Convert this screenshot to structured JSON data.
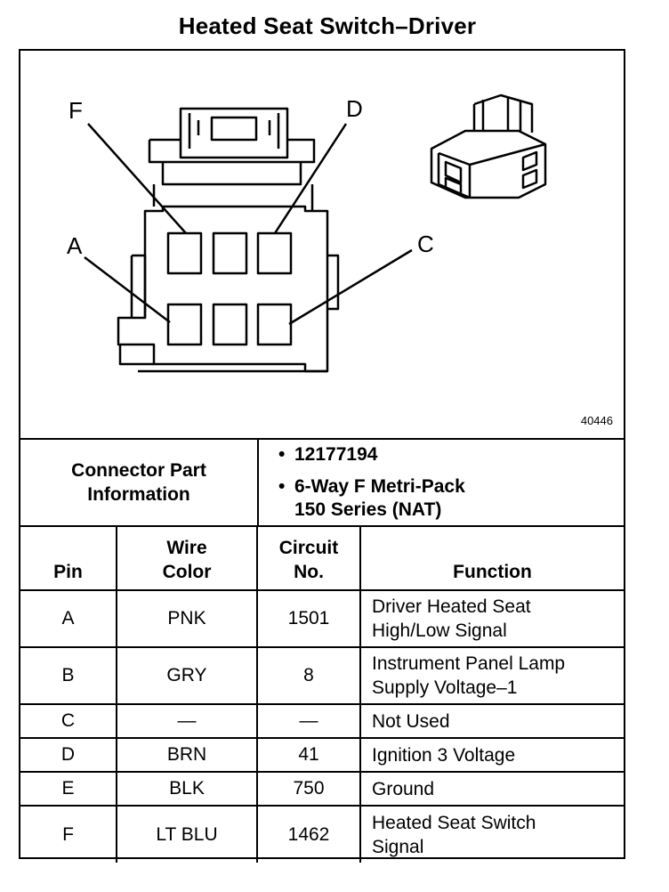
{
  "title": "Heated Seat Switch–Driver",
  "diagram": {
    "pin_labels": {
      "F": "F",
      "D": "D",
      "A": "A",
      "C": "C"
    },
    "figure_number": "40446"
  },
  "connector_info": {
    "label_line1": "Connector Part",
    "label_line2": "Information",
    "bullet1": "12177194",
    "bullet2_line1": "6-Way F Metri-Pack",
    "bullet2_line2": "150 Series (NAT)",
    "bullet_glyph": "•"
  },
  "table": {
    "headers": {
      "pin": "Pin",
      "wire_line1": "Wire",
      "wire_line2": "Color",
      "circuit_line1": "Circuit",
      "circuit_line2": "No.",
      "function": "Function"
    },
    "rows": [
      {
        "pin": "A",
        "wire": "PNK",
        "circuit": "1501",
        "function_line1": "Driver Heated Seat",
        "function_line2": "High/Low Signal"
      },
      {
        "pin": "B",
        "wire": "GRY",
        "circuit": "8",
        "function_line1": "Instrument Panel Lamp",
        "function_line2": "Supply Voltage–1"
      },
      {
        "pin": "C",
        "wire": "—",
        "circuit": "—",
        "function_line1": "Not Used",
        "function_line2": ""
      },
      {
        "pin": "D",
        "wire": "BRN",
        "circuit": "41",
        "function_line1": "Ignition 3 Voltage",
        "function_line2": ""
      },
      {
        "pin": "E",
        "wire": "BLK",
        "circuit": "750",
        "function_line1": "Ground",
        "function_line2": ""
      },
      {
        "pin": "F",
        "wire": "LT BLU",
        "circuit": "1462",
        "function_line1": "Heated Seat Switch",
        "function_line2": "Signal"
      }
    ]
  }
}
